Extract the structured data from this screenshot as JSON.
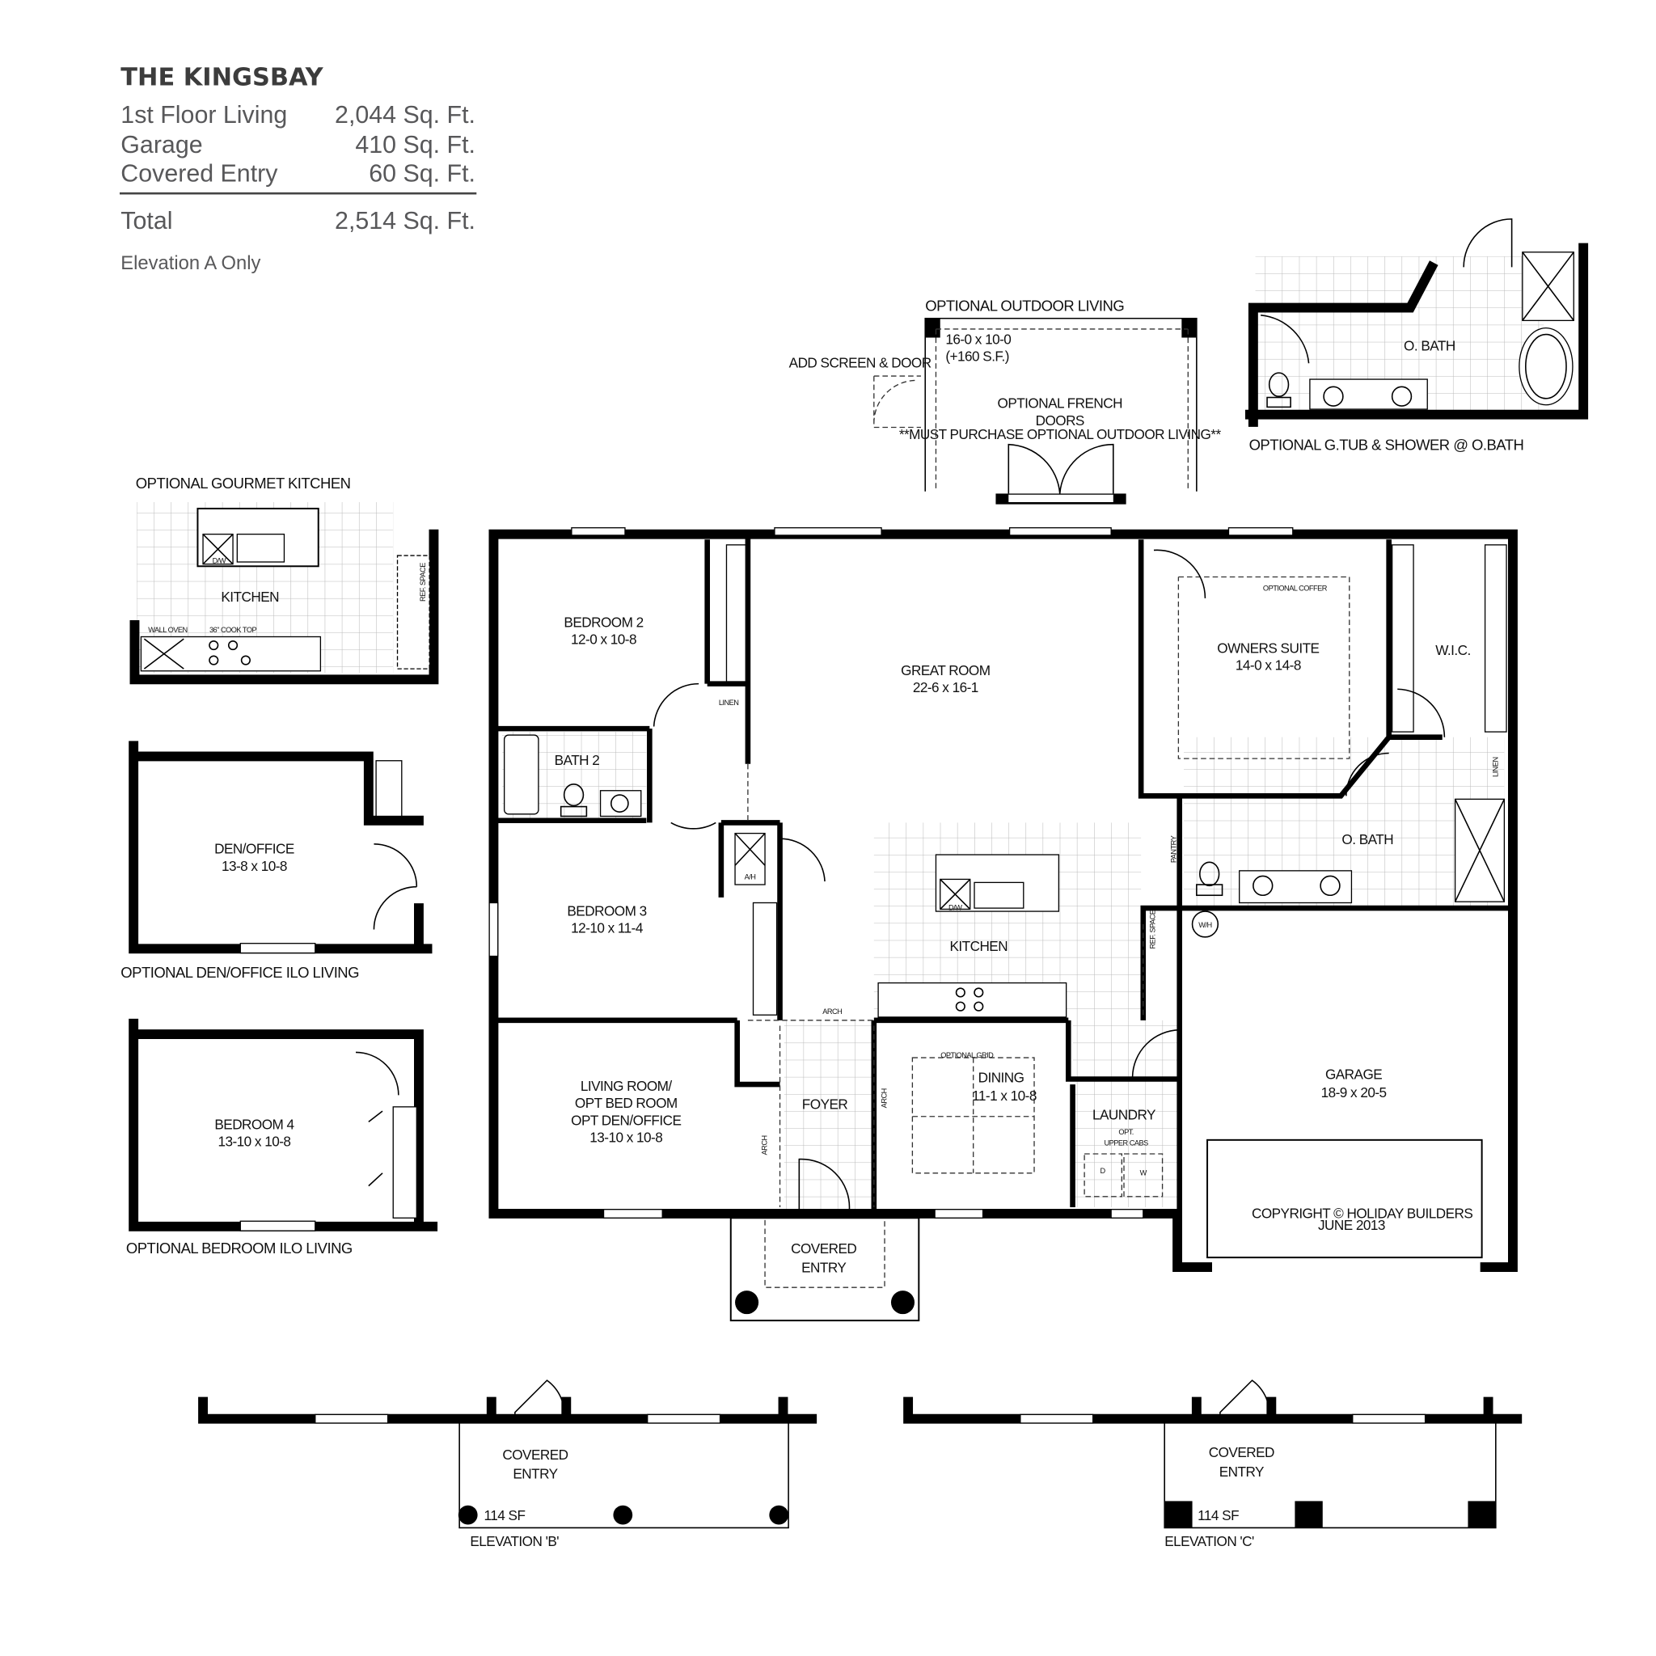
{
  "header": {
    "title": "THE KINGSBAY",
    "rows": [
      {
        "label": "1st Floor Living",
        "value": "2,044 Sq. Ft."
      },
      {
        "label": "Garage",
        "value": "410 Sq. Ft."
      },
      {
        "label": "Covered Entry",
        "value": "60 Sq. Ft."
      }
    ],
    "total": {
      "label": "Total",
      "value": "2,514 Sq. Ft."
    },
    "note": "Elevation A Only"
  },
  "options": {
    "gourmet_kitchen": {
      "caption": "OPTIONAL GOURMET KITCHEN",
      "room": "KITCHEN",
      "wall_oven": "WALL OVEN",
      "cook_top": "36\" COOK TOP",
      "ref_space": "REF. SPACE",
      "dw": "D/W"
    },
    "den_office": {
      "room": "DEN/OFFICE",
      "size": "13-8 x 10-8",
      "caption": "OPTIONAL DEN/OFFICE ILO LIVING"
    },
    "bedroom4": {
      "room": "BEDROOM 4",
      "size": "13-10 x 10-8",
      "caption": "OPTIONAL BEDROOM ILO LIVING"
    },
    "outdoor_living": {
      "caption": "OPTIONAL OUTDOOR LIVING",
      "size": "16-0 x 10-0",
      "area": "(+160 S.F.)",
      "screen": "ADD SCREEN & DOOR",
      "french_1": "OPTIONAL FRENCH",
      "french_2": "DOORS",
      "must": "**MUST PURCHASE OPTIONAL OUTDOOR LIVING**"
    },
    "obath": {
      "room": "O. BATH",
      "caption": "OPTIONAL G.TUB & SHOWER @ O.BATH"
    }
  },
  "rooms": {
    "bedroom2": {
      "name": "BEDROOM 2",
      "size": "12-0 x 10-8"
    },
    "linen": "LINEN",
    "bath2": "BATH 2",
    "bedroom3": {
      "name": "BEDROOM 3",
      "size": "12-10 x 11-4"
    },
    "ah": "A/H",
    "great_room": {
      "name": "GREAT ROOM",
      "size": "22-6 x 16-1"
    },
    "coffer": "OPTIONAL COFFER",
    "owners_suite": {
      "name": "OWNERS SUITE",
      "size": "14-0 x 14-8"
    },
    "wic": "W.I.C.",
    "linen2": "LINEN",
    "obath": "O. BATH",
    "pantry": "PANTRY",
    "kitchen": "KITCHEN",
    "dw": "D/W",
    "ref_space": "REF. SPACE",
    "wh": "W/H",
    "arch": "ARCH",
    "living": {
      "l1": "LIVING ROOM/",
      "l2": "OPT BED ROOM",
      "l3": "OPT DEN/OFFICE",
      "size": "13-10 x 10-8"
    },
    "foyer": "FOYER",
    "dining": {
      "grid": "OPTIONAL GRID",
      "name": "DINING",
      "size": "11-1 x 10-8"
    },
    "laundry": {
      "name": "LAUNDRY",
      "opt1": "OPT.",
      "opt2": "UPPER CABS",
      "d": "D",
      "w": "W"
    },
    "garage": {
      "name": "GARAGE",
      "size": "18-9 x 20-5"
    },
    "copyright": {
      "l1": "COPYRIGHT © HOLIDAY BUILDERS",
      "l2": "JUNE 2013"
    },
    "covered_entry": {
      "l1": "COVERED",
      "l2": "ENTRY"
    }
  },
  "elevations": [
    {
      "l1": "COVERED",
      "l2": "ENTRY",
      "area": "114 SF",
      "caption": "ELEVATION 'B'"
    },
    {
      "l1": "COVERED",
      "l2": "ENTRY",
      "area": "114 SF",
      "caption": "ELEVATION 'C'"
    }
  ]
}
